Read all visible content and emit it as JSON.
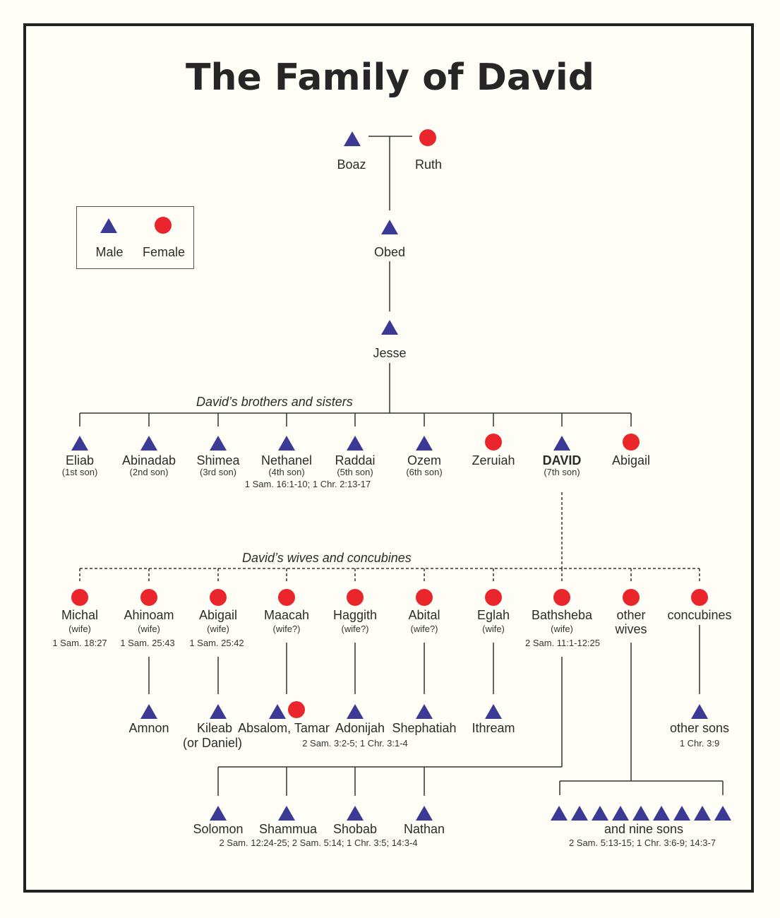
{
  "title": "The Family of David",
  "legend": {
    "male": "Male",
    "female": "Female"
  },
  "colors": {
    "male": "#3b3a94",
    "female": "#e8262c",
    "line": "#333333"
  },
  "ancestors": [
    {
      "name": "Boaz",
      "sex": "male"
    },
    {
      "name": "Ruth",
      "sex": "female"
    },
    {
      "name": "Obed",
      "sex": "male"
    },
    {
      "name": "Jesse",
      "sex": "male"
    }
  ],
  "siblings_heading": "David’s brothers and sisters",
  "siblings": [
    {
      "name": "Eliab",
      "note": "(1st son)",
      "sex": "male"
    },
    {
      "name": "Abinadab",
      "note": "(2nd son)",
      "sex": "male"
    },
    {
      "name": "Shimea",
      "note": "(3rd son)",
      "sex": "male"
    },
    {
      "name": "Nethanel",
      "note": "(4th son)",
      "sex": "male"
    },
    {
      "name": "Raddai",
      "note": "(5th son)",
      "sex": "male"
    },
    {
      "name": "Ozem",
      "note": "(6th son)",
      "sex": "male"
    },
    {
      "name": "Zeruiah",
      "note": "",
      "sex": "female"
    },
    {
      "name": "DAVID",
      "note": "(7th son)",
      "sex": "male"
    },
    {
      "name": "Abigail",
      "note": "",
      "sex": "female"
    }
  ],
  "siblings_ref": "1 Sam. 16:1-10; 1 Chr. 2:13-17",
  "wives_heading": "David’s wives and concubines",
  "wives": [
    {
      "name": "Michal",
      "note": "(wife)",
      "ref": "1 Sam. 18:27"
    },
    {
      "name": "Ahinoam",
      "note": "(wife)",
      "ref": "1 Sam. 25:43"
    },
    {
      "name": "Abigail",
      "note": "(wife)",
      "ref": "1 Sam. 25:42"
    },
    {
      "name": "Maacah",
      "note": "(wife?)",
      "ref": ""
    },
    {
      "name": "Haggith",
      "note": "(wife?)",
      "ref": ""
    },
    {
      "name": "Abital",
      "note": "(wife?)",
      "ref": ""
    },
    {
      "name": "Eglah",
      "note": "(wife)",
      "ref": ""
    },
    {
      "name": "Bathsheba",
      "note": "(wife)",
      "ref": "2 Sam. 11:1-12:25"
    },
    {
      "name": "other wives",
      "note": "",
      "ref": ""
    },
    {
      "name": "concubines",
      "note": "",
      "ref": ""
    }
  ],
  "children": [
    {
      "name": "Amnon"
    },
    {
      "name": "Kileab",
      "name2": "(or Daniel)"
    },
    {
      "name": "Absalom, Tamar"
    },
    {
      "name": "Adonijah"
    },
    {
      "name": "Shephatiah"
    },
    {
      "name": "Ithream"
    },
    {
      "name": "other sons",
      "ref": "1 Chr. 3:9"
    }
  ],
  "children_ref": "2 Sam. 3:2-5; 1 Chr. 3:1-4",
  "bathsheba_sons": [
    "Solomon",
    "Shammua",
    "Shobab",
    "Nathan"
  ],
  "bathsheba_ref": "2 Sam. 12:24-25; 2 Sam. 5:14; 1 Chr. 3:5; 14:3-4",
  "nine_sons": {
    "label": "and nine sons",
    "count": 9,
    "ref": "2 Sam. 5:13-15; 1 Chr. 3:6-9; 14:3-7"
  }
}
